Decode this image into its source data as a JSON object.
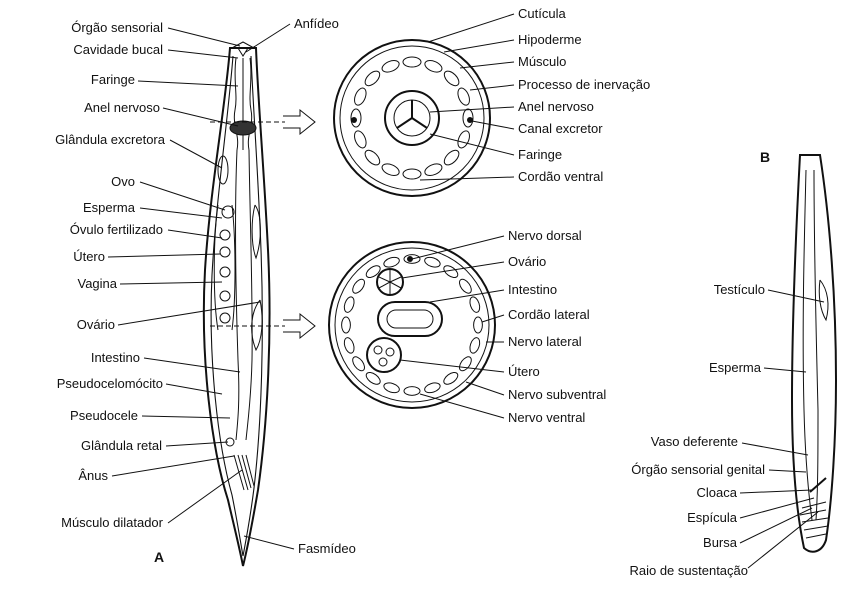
{
  "panels": {
    "a": "A",
    "b": "B"
  },
  "labels_left": [
    "Órgão sensorial",
    "Cavidade bucal",
    "Faringe",
    "Anel nervoso",
    "Glândula excretora",
    "Ovo",
    "Esperma",
    "Óvulo fertilizado",
    "Útero",
    "Vagina",
    "Ovário",
    "Intestino",
    "Pseudocelomócito",
    "Pseudocele",
    "Glândula retal",
    "Ânus",
    "Músculo dilatador"
  ],
  "label_anfideo": "Anfídeo",
  "label_fasmideo": "Fasmídeo",
  "labels_section1": [
    "Cutícula",
    "Hipoderme",
    "Músculo",
    "Processo de inervação",
    "Anel nervoso",
    "Canal excretor",
    "Faringe",
    "Cordão ventral"
  ],
  "labels_section2": [
    "Nervo dorsal",
    "Ovário",
    "Intestino",
    "Cordão lateral",
    "Nervo lateral",
    "Útero",
    "Nervo subventral",
    "Nervo ventral"
  ],
  "labels_male": [
    "Testículo",
    "Esperma",
    "Vaso deferente",
    "Órgão sensorial genital",
    "Cloaca",
    "Espícula",
    "Bursa",
    "Raio de sustentação"
  ]
}
